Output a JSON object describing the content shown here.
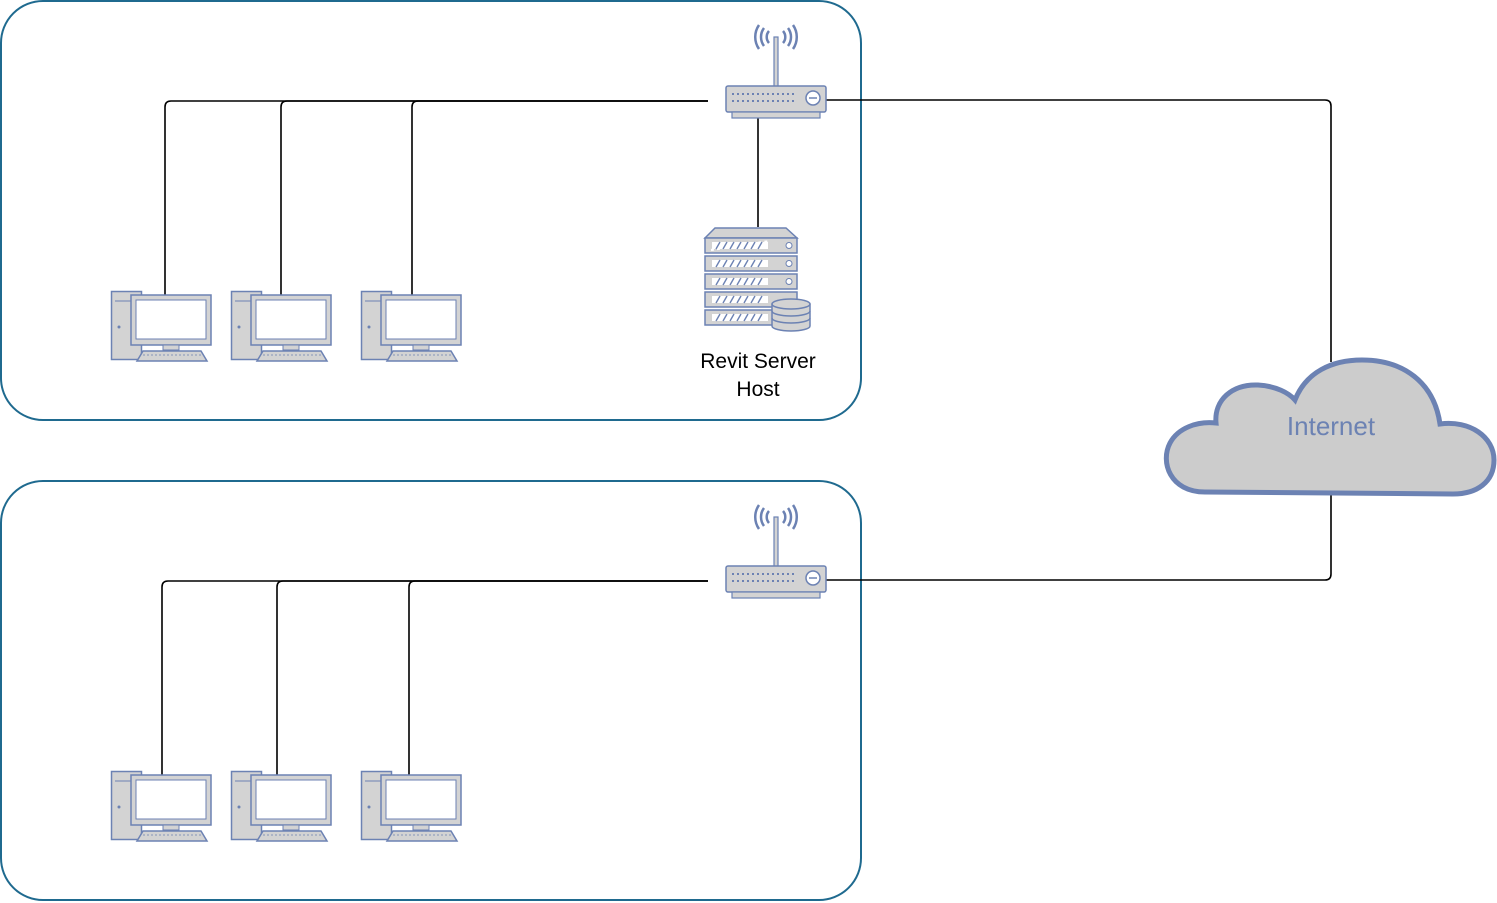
{
  "server": {
    "label_line1": "Revit Server",
    "label_line2": "Host"
  },
  "cloud": {
    "label": "Internet"
  },
  "colors": {
    "site_border": "#1f6a8f",
    "device_stroke": "#6c82b3",
    "device_fill": "#d3d3d3",
    "cloud_stroke": "#6c82b3",
    "cloud_fill": "#cccccc",
    "cloud_text": "#6c82b3",
    "link": "#000000"
  },
  "icons": {
    "router": "wireless-router-icon",
    "pc": "desktop-pc-icon",
    "server": "database-server-icon",
    "cloud": "cloud-icon"
  }
}
